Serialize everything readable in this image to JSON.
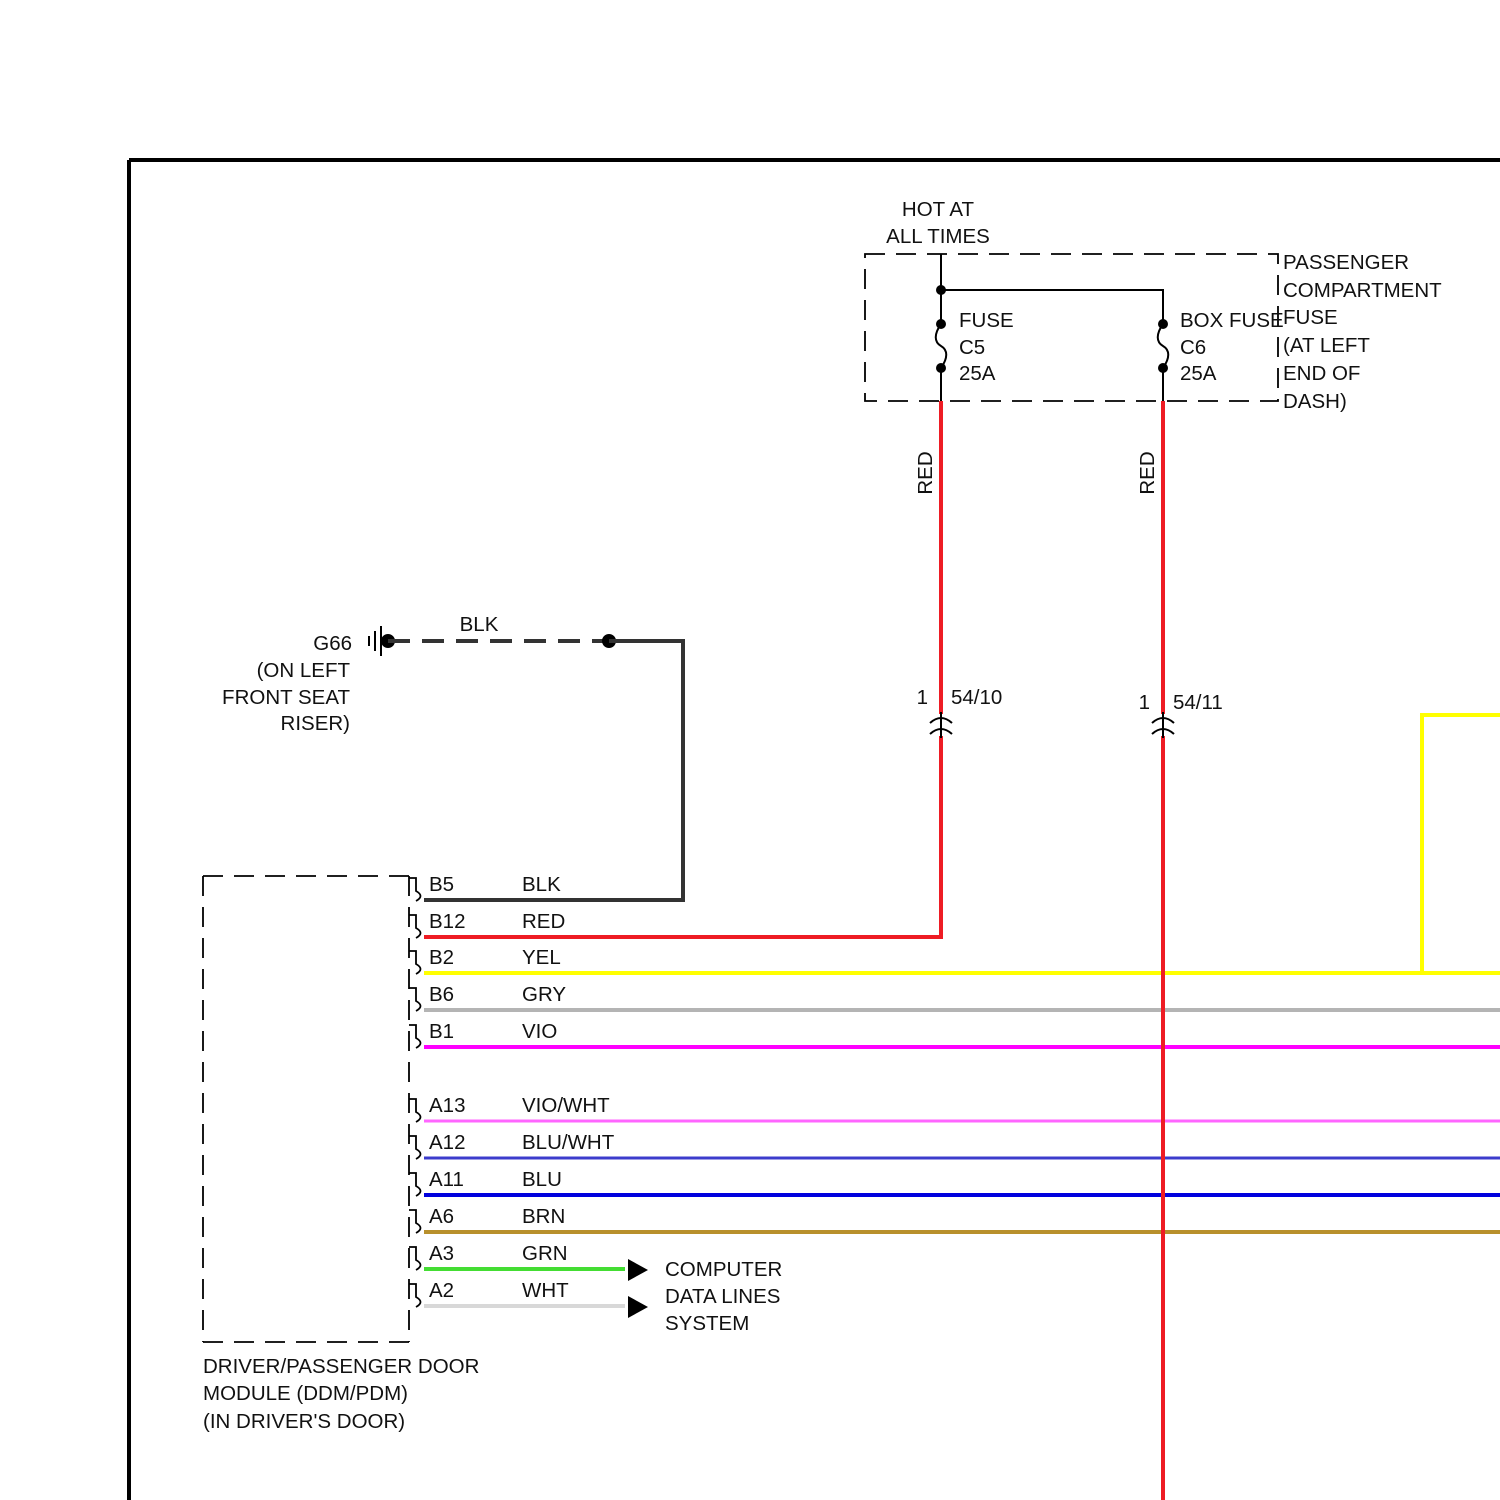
{
  "power_source": {
    "line1": "HOT AT",
    "line2": "ALL TIMES"
  },
  "fuse_box": {
    "label_lines": [
      "PASSENGER",
      "COMPARTMENT",
      "FUSE",
      "(AT LEFT",
      "END OF",
      "DASH)"
    ]
  },
  "fuses": [
    {
      "line1": "FUSE",
      "line2": "C5",
      "line3": "25A"
    },
    {
      "line1": "BOX FUSE",
      "line2": "C6",
      "line3": "25A"
    }
  ],
  "feed_wires": [
    {
      "color_label": "RED",
      "pin": "1",
      "connector": "54/10"
    },
    {
      "color_label": "RED",
      "pin": "1",
      "connector": "54/11"
    }
  ],
  "ground": {
    "id": "G66",
    "location_lines": [
      "(ON LEFT",
      "FRONT SEAT",
      "RISER)"
    ],
    "wire_label": "BLK"
  },
  "module": {
    "label_lines": [
      "DRIVER/PASSENGER DOOR",
      "MODULE (DDM/PDM)",
      "(IN DRIVER'S DOOR)"
    ]
  },
  "module_pins": [
    {
      "pin": "B5",
      "wire": "BLK",
      "color": "#333333"
    },
    {
      "pin": "B12",
      "wire": "RED",
      "color": "#ee1c24"
    },
    {
      "pin": "B2",
      "wire": "YEL",
      "color": "#ffff00"
    },
    {
      "pin": "B6",
      "wire": "GRY",
      "color": "#b4b4b4"
    },
    {
      "pin": "B1",
      "wire": "VIO",
      "color": "#ff00ff"
    },
    {
      "pin": "A13",
      "wire": "VIO/WHT",
      "color": "#ff66ff"
    },
    {
      "pin": "A12",
      "wire": "BLU/WHT",
      "color": "#3c3ccc"
    },
    {
      "pin": "A11",
      "wire": "BLU",
      "color": "#0000dd"
    },
    {
      "pin": "A6",
      "wire": "BRN",
      "color": "#b8902c"
    },
    {
      "pin": "A3",
      "wire": "GRN",
      "color": "#44dd33"
    },
    {
      "pin": "A2",
      "wire": "WHT",
      "color": "#d8d8d8"
    }
  ],
  "data_lines_ref": {
    "lines": [
      "COMPUTER",
      "DATA LINES",
      "SYSTEM"
    ]
  }
}
